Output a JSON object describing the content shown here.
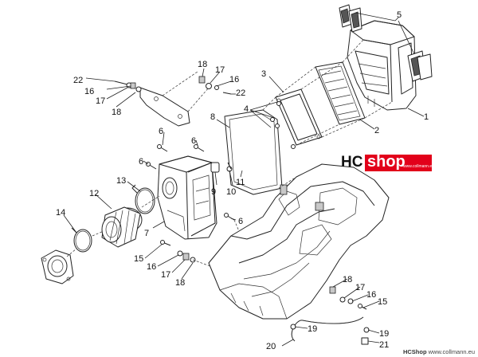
{
  "labels": {
    "n1": "1",
    "n2": "2",
    "n3": "3",
    "n4": "4",
    "n5": "5",
    "n6": "6",
    "n7": "7",
    "n8": "8",
    "n9": "9",
    "n10": "10",
    "n11": "11",
    "n12": "12",
    "n13": "13",
    "n14": "14",
    "n15": "15",
    "n16": "16",
    "n17": "17",
    "n18": "18",
    "n19": "19",
    "n20": "20",
    "n21": "21",
    "n22": "22"
  },
  "logo": {
    "hc": "HC",
    "shop": "shop",
    "small": "www.collmann.eu"
  },
  "footer": {
    "brand": "HCShop",
    "url": "www.collmann.eu"
  },
  "colors": {
    "brand_red": "#e2001a",
    "line": "#222222",
    "background": "#ffffff"
  }
}
